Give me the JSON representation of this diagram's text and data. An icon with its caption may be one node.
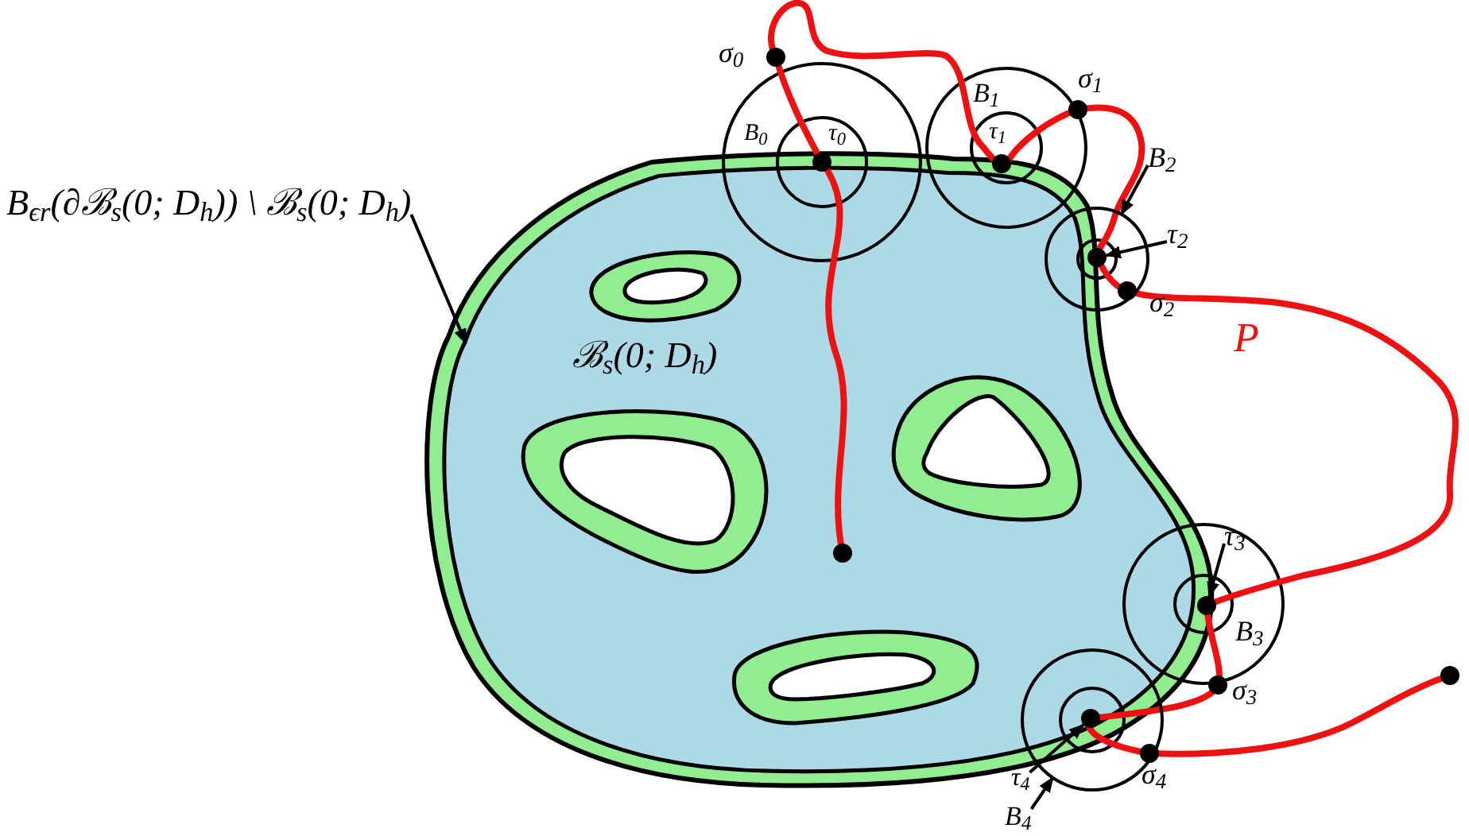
{
  "diagram": {
    "nodes": [
      {
        "text": [
          "B$_{ϵr}$(∂ℬ$_{s}$(0; D$_{h}$)) \\ ℬ$_{s}$(0; D$_{h}$)"
        ]
      },
      {
        "text": [
          "B$_{2}$"
        ]
      },
      {
        "text": [
          "τ$_{2}$"
        ]
      },
      {
        "text": [
          "τ$_{3}$"
        ]
      },
      {
        "text": [
          "τ$_{4}$"
        ]
      },
      {
        "text": [
          "B$_{4}$"
        ]
      },
      {
        "text": [],
        "shape": "circle"
      },
      {
        "text": [],
        "shape": "circle",
        "in": 6
      },
      {
        "text": [],
        "shape": "circle"
      },
      {
        "text": [],
        "shape": "circle",
        "in": 10
      },
      {
        "text": [],
        "shape": "circle"
      }
    ],
    "edges": [
      {
        "from": 0,
        "to": null,
        "arrow": "to"
      },
      {
        "from": 1,
        "to": 6,
        "arrow": "to"
      },
      {
        "from": 2,
        "to": 7,
        "arrow": "to"
      },
      {
        "from": 3,
        "to": 8,
        "arrow": "to"
      },
      {
        "from": 4,
        "to": 9,
        "arrow": "to"
      },
      {
        "from": 5,
        "to": 10,
        "arrow": "to"
      }
    ],
    "labels": [
      "σ$_{0}$",
      "B$_{0}$",
      "τ$_{0}$",
      "B$_{1}$",
      "τ$_{1}$",
      "σ$_{1}$",
      "σ$_{2}$",
      "P",
      "ℬ$_{s}$(0; D$_{h}$)",
      "B$_{3}$",
      "σ$_{3}$",
      "σ$_{4}$"
    ]
  }
}
